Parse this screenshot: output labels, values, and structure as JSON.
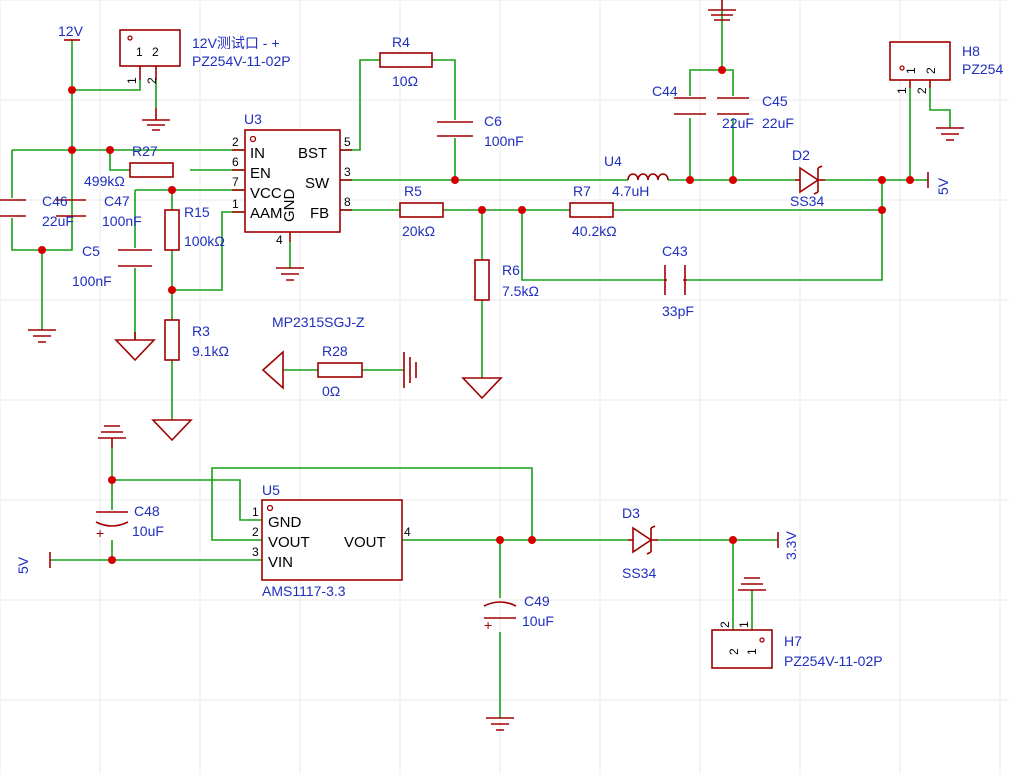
{
  "nets": {
    "v12": "12V",
    "v5_out": "5V",
    "v5_in": "5V",
    "v33": "3.3V"
  },
  "connectors": {
    "test12v": {
      "name": "12V测试口 -   +",
      "part": "PZ254V-11-02P",
      "pins": [
        "1",
        "2"
      ]
    },
    "h8": {
      "name": "H8",
      "part": "PZ254",
      "pins": [
        "1",
        "2"
      ]
    },
    "h7": {
      "name": "H7",
      "part": "PZ254V-11-02P",
      "pins": [
        "2",
        "1"
      ]
    }
  },
  "u3": {
    "ref": "U3",
    "part": "MP2315SGJ-Z",
    "pins_left": [
      {
        "num": "2",
        "name": "IN"
      },
      {
        "num": "6",
        "name": "EN"
      },
      {
        "num": "7",
        "name": "VCC"
      },
      {
        "num": "1",
        "name": "AAM"
      }
    ],
    "pins_right": [
      {
        "num": "5",
        "name": "BST"
      },
      {
        "num": "3",
        "name": "SW"
      },
      {
        "num": "8",
        "name": "FB"
      }
    ],
    "pin_bottom": {
      "num": "4",
      "name": "GND"
    }
  },
  "u5": {
    "ref": "U5",
    "part": "AMS1117-3.3",
    "pins_left": [
      {
        "num": "1",
        "name": "GND"
      },
      {
        "num": "2",
        "name": "VOUT"
      },
      {
        "num": "3",
        "name": "VIN"
      }
    ],
    "pin_right": {
      "num": "4",
      "name": "VOUT"
    }
  },
  "components": {
    "r4": {
      "ref": "R4",
      "value": "10Ω"
    },
    "r5": {
      "ref": "R5",
      "value": "20kΩ"
    },
    "r6": {
      "ref": "R6",
      "value": "7.5kΩ"
    },
    "r7": {
      "ref": "R7",
      "value": "40.2kΩ"
    },
    "r27": {
      "ref": "R27",
      "value": "499kΩ"
    },
    "r15": {
      "ref": "R15",
      "value": "100kΩ"
    },
    "r3": {
      "ref": "R3",
      "value": "9.1kΩ"
    },
    "r28": {
      "ref": "R28",
      "value": "0Ω"
    },
    "c6": {
      "ref": "C6",
      "value": "100nF"
    },
    "c5": {
      "ref": "C5",
      "value": "100nF"
    },
    "c47": {
      "ref": "C47",
      "value": "100nF"
    },
    "c46": {
      "ref": "C46",
      "value": "22uF"
    },
    "c44": {
      "ref": "C44",
      "value": "22uF"
    },
    "c45": {
      "ref": "C45",
      "value": "22uF"
    },
    "c43": {
      "ref": "C43",
      "value": "33pF"
    },
    "c48": {
      "ref": "C48",
      "value": "10uF"
    },
    "c49": {
      "ref": "C49",
      "value": "10uF"
    },
    "u4": {
      "ref": "U4",
      "value": "4.7uH"
    },
    "d2": {
      "ref": "D2",
      "value": "SS34"
    },
    "d3": {
      "ref": "D3",
      "value": "SS34"
    }
  },
  "colors": {
    "wire": "#16a016",
    "symbol": "#a00000",
    "label": "#1f2fbf",
    "junction": "#d40000",
    "grid": "#e6e6e6"
  }
}
